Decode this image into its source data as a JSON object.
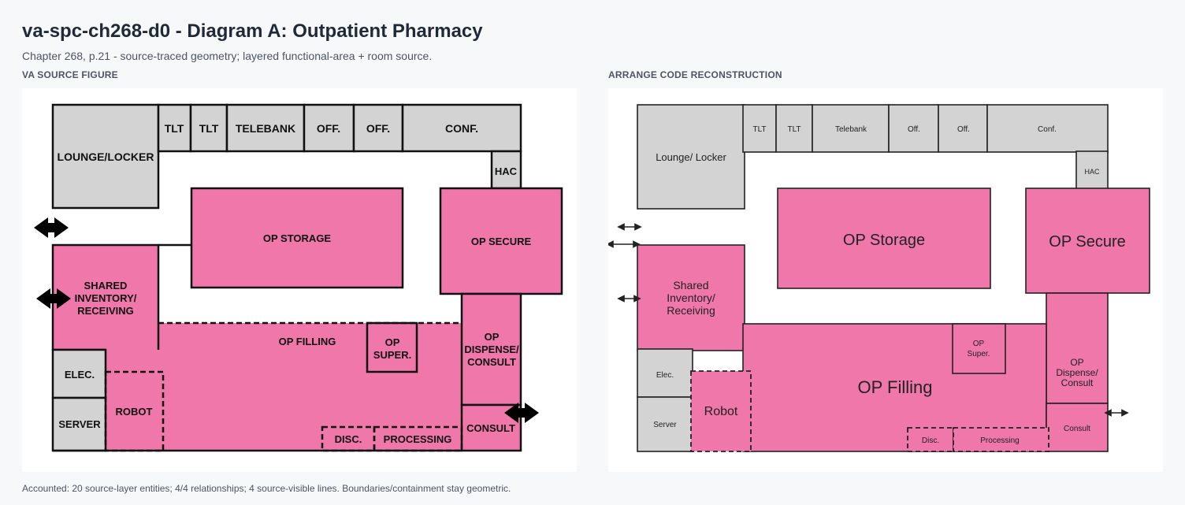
{
  "header": {
    "title": "va-spc-ch268-d0 - Diagram A: Outpatient Pharmacy",
    "subtitle": "Chapter 268, p.21 - source-traced geometry; layered functional-area + room source."
  },
  "panels": {
    "source_label": "VA SOURCE FIGURE",
    "reconstruction_label": "ARRANGE CODE RECONSTRUCTION"
  },
  "colors": {
    "pink": "#ef77aa",
    "gray": "#d3d3d3",
    "stroke": "#111111"
  },
  "source_rooms": {
    "lounge": "LOUNGE/LOCKER",
    "tlt1": "TLT",
    "tlt2": "TLT",
    "telebank": "TELEBANK",
    "off1": "OFF.",
    "off2": "OFF.",
    "conf": "CONF.",
    "hac": "HAC",
    "storage": "OP STORAGE",
    "secure": "OP SECURE",
    "shared_1": "SHARED",
    "shared_2": "INVENTORY/",
    "shared_3": "RECEIVING",
    "filling": "OP FILLING",
    "super_1": "OP",
    "super_2": "SUPER.",
    "dispense_1": "OP",
    "dispense_2": "DISPENSE/",
    "dispense_3": "CONSULT",
    "elec": "ELEC.",
    "server": "SERVER",
    "robot": "ROBOT",
    "disc": "DISC.",
    "processing": "PROCESSING",
    "consult": "CONSULT"
  },
  "reconstruction_rooms": {
    "lounge": "Lounge/ Locker",
    "tlt1": "TLT",
    "tlt2": "TLT",
    "telebank": "Telebank",
    "off1": "Off.",
    "off2": "Off.",
    "conf": "Conf.",
    "hac": "HAC",
    "storage": "OP Storage",
    "secure": "OP Secure",
    "shared_1": "Shared",
    "shared_2": "Inventory/",
    "shared_3": "Receiving",
    "filling": "OP Filling",
    "super_1": "OP",
    "super_2": "Super.",
    "dispense_1": "OP",
    "dispense_2": "Dispense/",
    "dispense_3": "Consult",
    "elec": "Elec.",
    "server": "Server",
    "robot": "Robot",
    "disc": "Disc.",
    "processing": "Processing",
    "consult": "Consult"
  },
  "footer": {
    "text": "Accounted: 20 source-layer entities; 4/4 relationships; 4 source-visible lines. Boundaries/containment stay geometric."
  }
}
